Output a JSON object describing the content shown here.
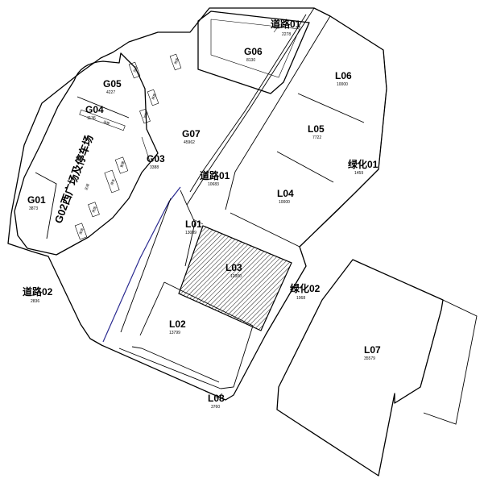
{
  "parcels": {
    "road01_top": {
      "name": "道路01",
      "area": "2278"
    },
    "g06": {
      "name": "G06",
      "area": "8130"
    },
    "l06": {
      "name": "L06",
      "area": "10000"
    },
    "g05": {
      "name": "G05",
      "area": "4227"
    },
    "g04": {
      "name": "G04",
      "area": "1136"
    },
    "l05": {
      "name": "L05",
      "area": "7722"
    },
    "g07": {
      "name": "G07",
      "area": "45962"
    },
    "green01": {
      "name": "绿化01",
      "area": "1459"
    },
    "g03": {
      "name": "G03",
      "area": "3388"
    },
    "road01_mid": {
      "name": "道路01",
      "area": "10683"
    },
    "l04": {
      "name": "L04",
      "area": "10000"
    },
    "g01": {
      "name": "G01",
      "area": "3873"
    },
    "g02": {
      "name": "G02西广场及停车场",
      "sub": "区域"
    },
    "l01": {
      "name": "L01",
      "area": "13089"
    },
    "l03": {
      "name": "L03",
      "area": "12000"
    },
    "road02": {
      "name": "道路02",
      "area": "2836"
    },
    "green02": {
      "name": "绿化02",
      "area": "1068"
    },
    "l02": {
      "name": "L02",
      "area": "13799"
    },
    "l07": {
      "name": "L07",
      "area": "35579"
    },
    "l08": {
      "name": "L08",
      "area": "3760"
    }
  },
  "small_buildings": {
    "b1": "办公",
    "b2": "用房",
    "b3": "用房",
    "b4": "控制",
    "b5": "售票",
    "b6": "停车",
    "b7": "用房",
    "b8": "库房",
    "b9": "设施"
  }
}
